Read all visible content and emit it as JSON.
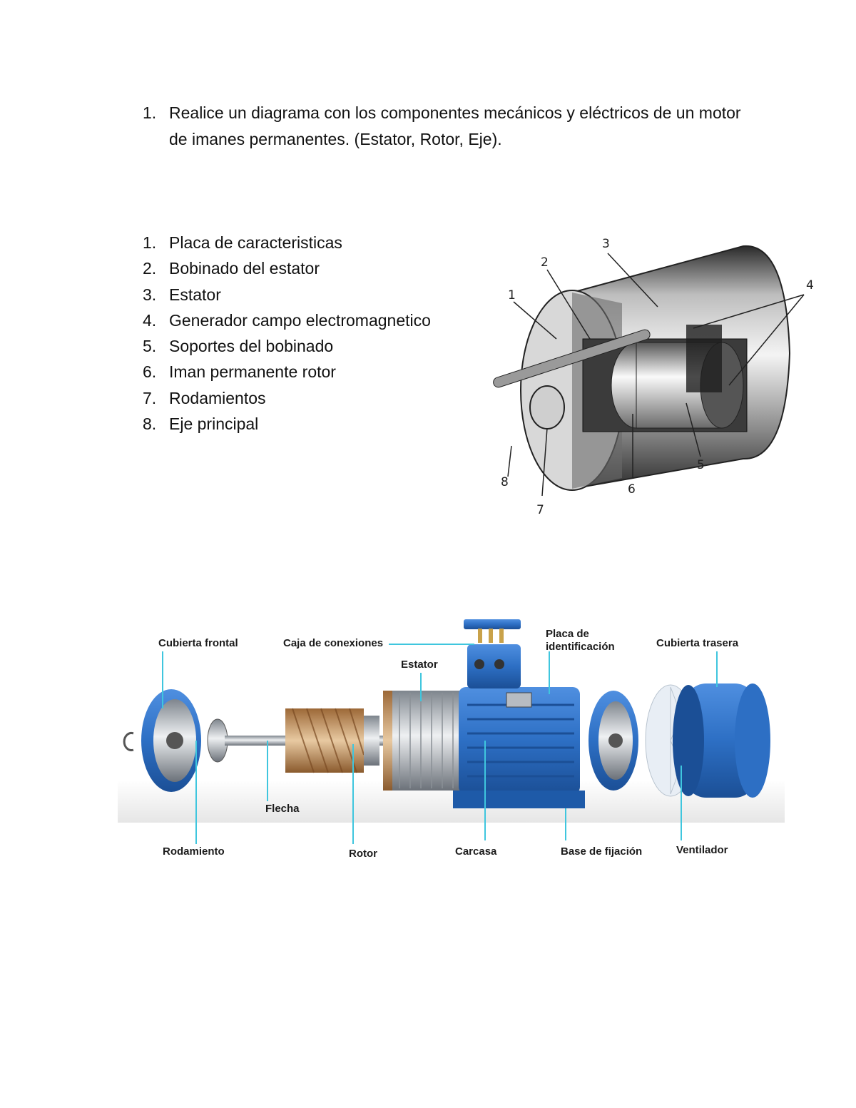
{
  "question": {
    "number": "1.",
    "text": "Realice un diagrama con los componentes mecánicos y eléctricos de un motor de imanes permanentes. (Estator, Rotor, Eje)."
  },
  "parts_list": [
    {
      "num": "1.",
      "label": "Placa de caracteristicas"
    },
    {
      "num": "2.",
      "label": "Bobinado del estator"
    },
    {
      "num": "3.",
      "label": "Estator"
    },
    {
      "num": "4.",
      "label": "Generador campo electromagnetico"
    },
    {
      "num": "5.",
      "label": "Soportes del bobinado"
    },
    {
      "num": "6.",
      "label": "Iman permanente rotor"
    },
    {
      "num": "7.",
      "label": "Rodamientos"
    },
    {
      "num": "8.",
      "label": "Eje principal"
    }
  ],
  "figure1": {
    "numbers": [
      "1",
      "2",
      "3",
      "4",
      "5",
      "6",
      "7",
      "8"
    ]
  },
  "figure2": {
    "labels": {
      "cubierta_frontal": "Cubierta frontal",
      "caja_conexiones": "Caja de conexiones",
      "placa_identificacion_1": "Placa de",
      "placa_identificacion_2": "identificación",
      "cubierta_trasera": "Cubierta trasera",
      "estator": "Estator",
      "flecha": "Flecha",
      "rodamiento": "Rodamiento",
      "rotor": "Rotor",
      "carcasa": "Carcasa",
      "base_fijacion": "Base de fijación",
      "ventilador": "Ventilador"
    },
    "colors": {
      "callout_line": "#3fc6de",
      "motor_blue": "#2d6fc4",
      "copper": "#c48a55",
      "steel": "#b8bcc2"
    }
  }
}
